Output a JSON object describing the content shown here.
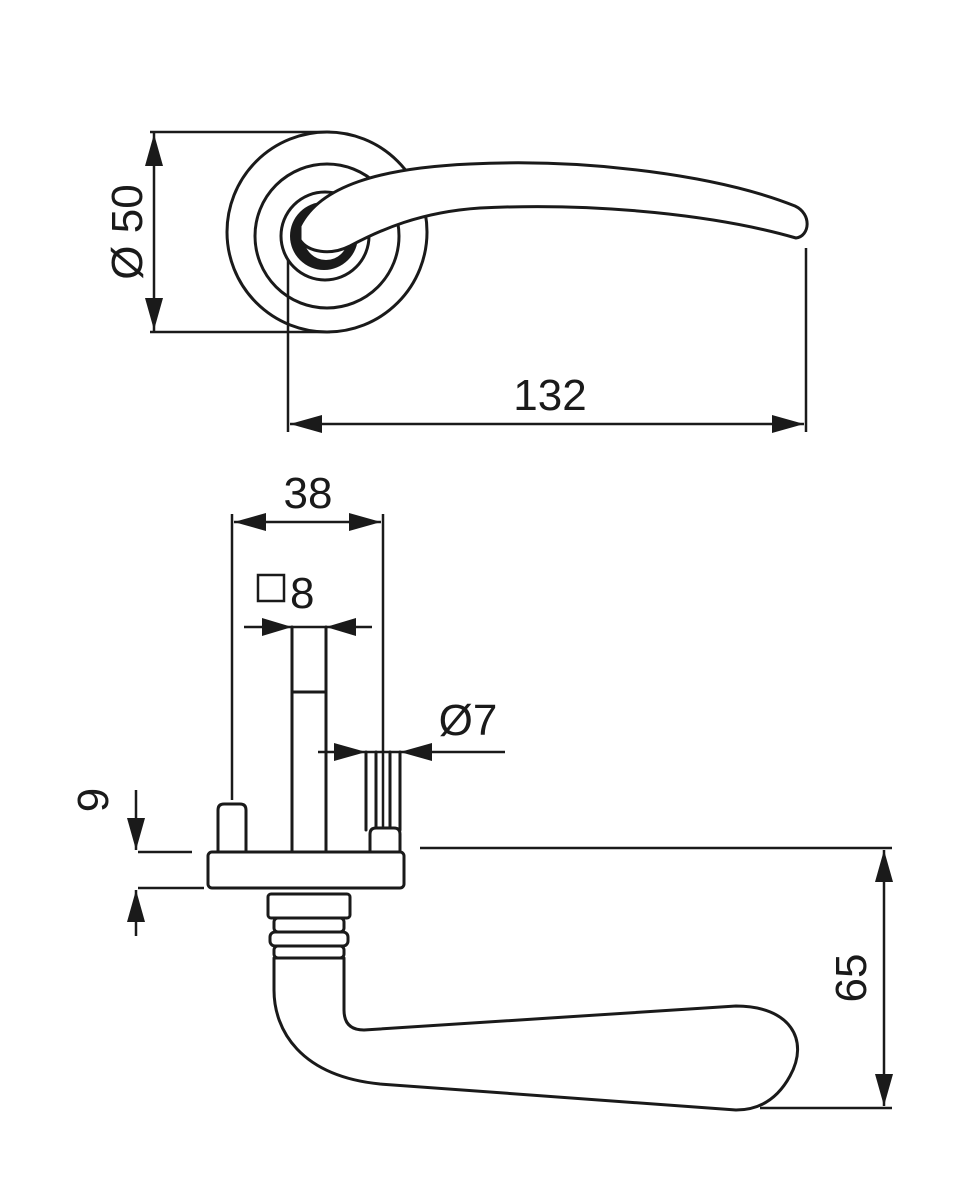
{
  "diagram": {
    "line_color": "#1a1a1a",
    "background": "#ffffff",
    "top_view": {
      "rose_diameter_label": "Ø 50",
      "handle_length_label": "132"
    },
    "side_view": {
      "pin_spacing_label": "38",
      "spindle_square_label": "8",
      "pin_diameter_label": "Ø7",
      "rose_thickness_label": "9",
      "handle_projection_label": "65"
    }
  }
}
